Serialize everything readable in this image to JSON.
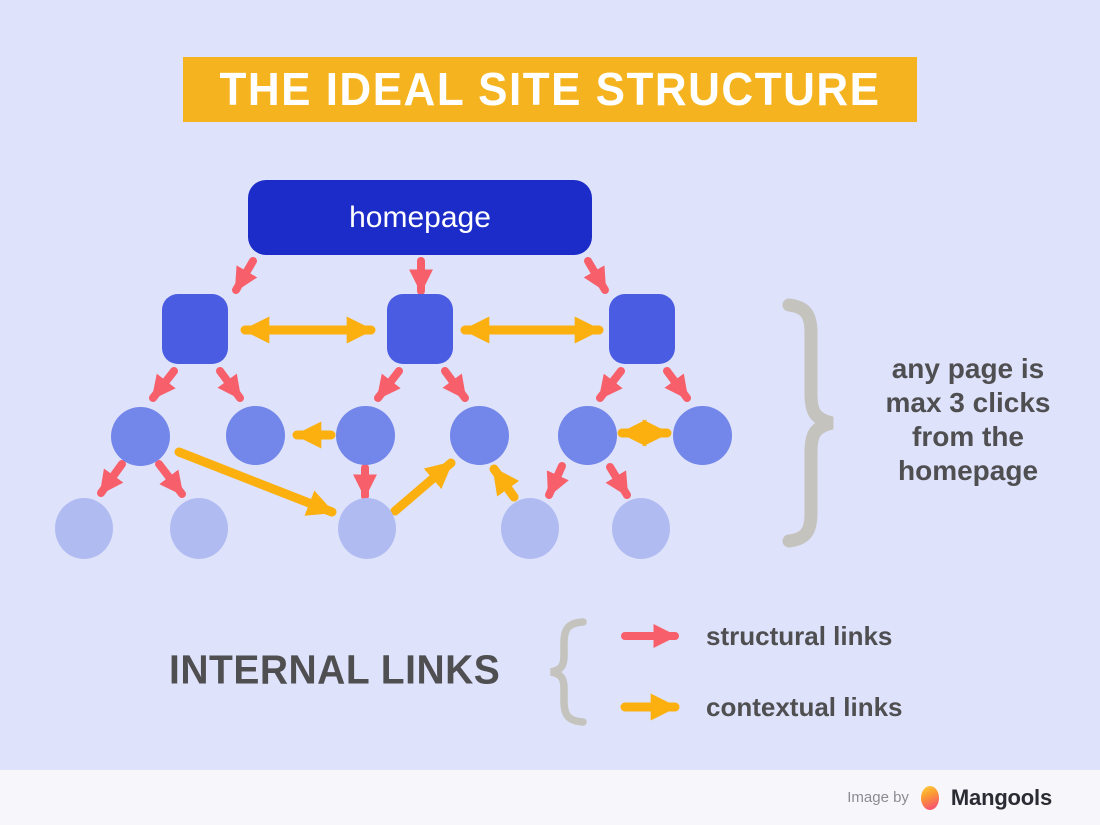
{
  "title": {
    "text": "THE IDEAL SITE STRUCTURE"
  },
  "diagram": {
    "homepage_label": "homepage",
    "annotation": "any page is max 3 clicks from the homepage",
    "structure": {
      "level1_nodes": 1,
      "level2_nodes": 3,
      "level3_nodes": 6,
      "level4_nodes": 5,
      "max_clicks_from_homepage": 3
    }
  },
  "legend": {
    "heading": "INTERNAL LINKS",
    "items": [
      {
        "label": "structural links",
        "type": "structural",
        "color": "#F7606B"
      },
      {
        "label": "contextual links",
        "type": "contextual",
        "color": "#FBB00F"
      }
    ]
  },
  "footer": {
    "credit": "Image by",
    "brand": "Mangools"
  },
  "colors": {
    "bg": "#DEE2FA",
    "title-bg": "#F5B41F",
    "title-text": "#FFFFFF",
    "homepage-blue": "#1B2CC9",
    "square-blue": "#4A5CE1",
    "l3-blue": "#7386E9",
    "l4-blue": "#B0BBF2",
    "structural-red": "#F7606B",
    "contextual-yellow": "#FBB00F",
    "brace-gray": "#C4C3BE",
    "text-dark": "#4F4F52",
    "footer-bg": "#F7F7FB",
    "footer-muted": "#8B8B94",
    "brand-dark": "#2B2B33"
  }
}
